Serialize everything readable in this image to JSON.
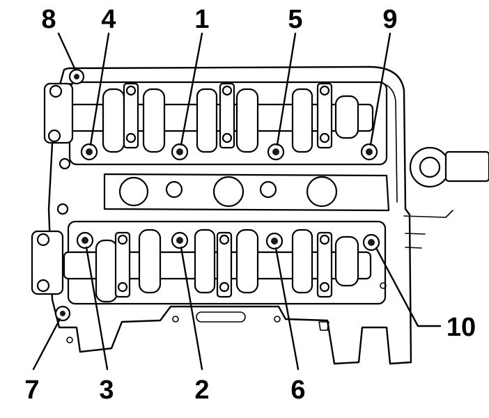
{
  "diagram": {
    "callouts": [
      {
        "id": "8",
        "label": "8"
      },
      {
        "id": "4",
        "label": "4"
      },
      {
        "id": "1",
        "label": "1"
      },
      {
        "id": "5",
        "label": "5"
      },
      {
        "id": "9",
        "label": "9"
      },
      {
        "id": "7",
        "label": "7"
      },
      {
        "id": "3",
        "label": "3"
      },
      {
        "id": "2",
        "label": "2"
      },
      {
        "id": "6",
        "label": "6"
      },
      {
        "id": "10",
        "label": "10"
      }
    ]
  }
}
